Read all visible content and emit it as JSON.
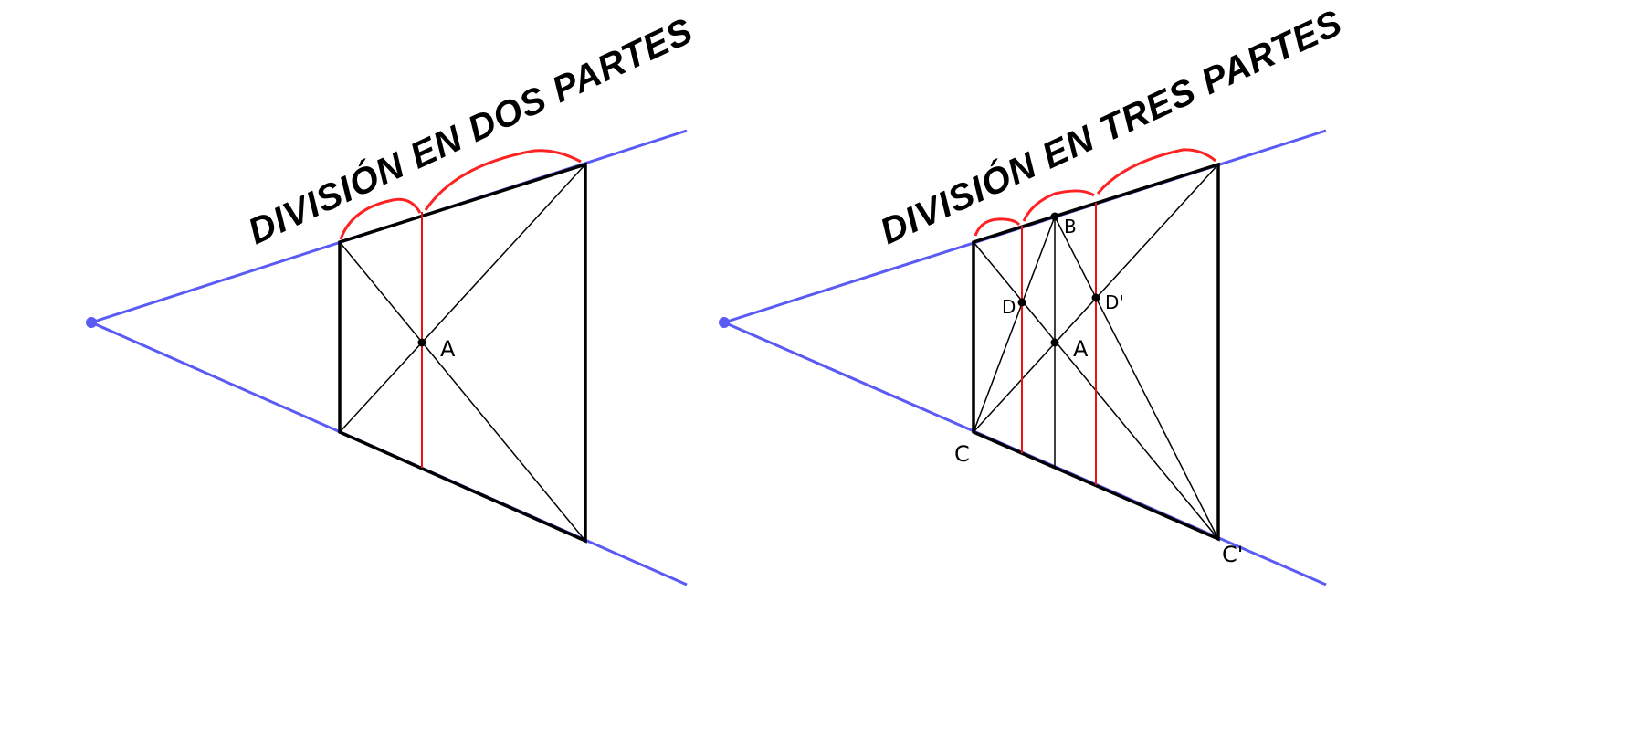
{
  "left_figure": {
    "title": "DIVISIÓN EN DOS PARTES",
    "labels": {
      "A": "A"
    }
  },
  "right_figure": {
    "title": "DIVISIÓN EN TRES PARTES",
    "labels": {
      "A": "A",
      "B": "B",
      "C": "C",
      "C_prime": "C'",
      "D": "D",
      "D_prime": "D'"
    }
  },
  "colors": {
    "vanishing_lines": "#5a5af5",
    "division_lines": "#ee1111",
    "construction": "#000000"
  }
}
